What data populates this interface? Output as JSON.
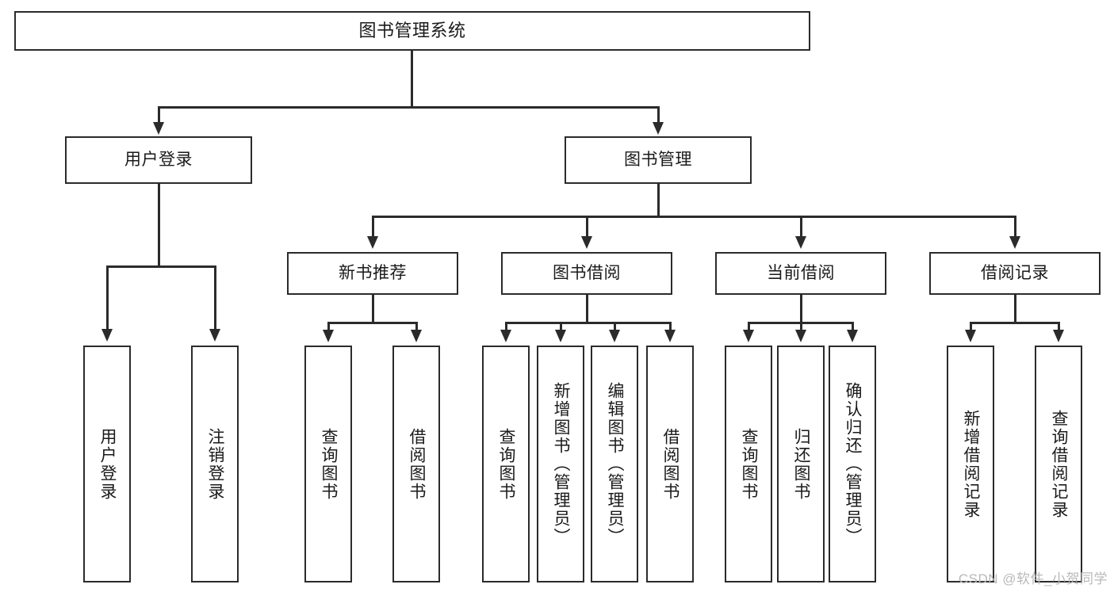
{
  "diagram": {
    "type": "tree",
    "title": "图书管理系统",
    "watermark": "CSDN @软件_小贺同学",
    "colors": {
      "stroke": "#2b2b2b",
      "fill": "#ffffff",
      "text": "#1a1a1a",
      "watermark": "#b9b9b9"
    },
    "levels": {
      "root": {
        "label": "图书管理系统"
      },
      "level2": [
        {
          "id": "user-login",
          "label": "用户登录"
        },
        {
          "id": "book-management",
          "label": "图书管理"
        }
      ],
      "level3": [
        {
          "id": "new-book-recommend",
          "label": "新书推荐"
        },
        {
          "id": "book-borrow",
          "label": "图书借阅"
        },
        {
          "id": "current-borrow",
          "label": "当前借阅"
        },
        {
          "id": "borrow-record",
          "label": "借阅记录"
        }
      ],
      "leaves": {
        "user-login": [
          {
            "id": "leaf-user-login",
            "label": "用户登录"
          },
          {
            "id": "leaf-logout",
            "label": "注销登录"
          }
        ],
        "new-book-recommend": [
          {
            "id": "leaf-query-book-1",
            "label": "查询图书"
          },
          {
            "id": "leaf-borrow-book-1",
            "label": "借阅图书"
          }
        ],
        "book-borrow": [
          {
            "id": "leaf-query-book-2",
            "label": "查询图书"
          },
          {
            "id": "leaf-add-book",
            "label": "新增图书（管理员）"
          },
          {
            "id": "leaf-edit-book",
            "label": "编辑图书（管理员）"
          },
          {
            "id": "leaf-borrow-book-2",
            "label": "借阅图书"
          }
        ],
        "current-borrow": [
          {
            "id": "leaf-query-book-3",
            "label": "查询图书"
          },
          {
            "id": "leaf-return-book",
            "label": "归还图书"
          },
          {
            "id": "leaf-confirm-return",
            "label": "确认归还（管理员）"
          }
        ],
        "borrow-record": [
          {
            "id": "leaf-add-record",
            "label": "新增借阅记录"
          },
          {
            "id": "leaf-query-record",
            "label": "查询借阅记录"
          }
        ]
      }
    }
  }
}
